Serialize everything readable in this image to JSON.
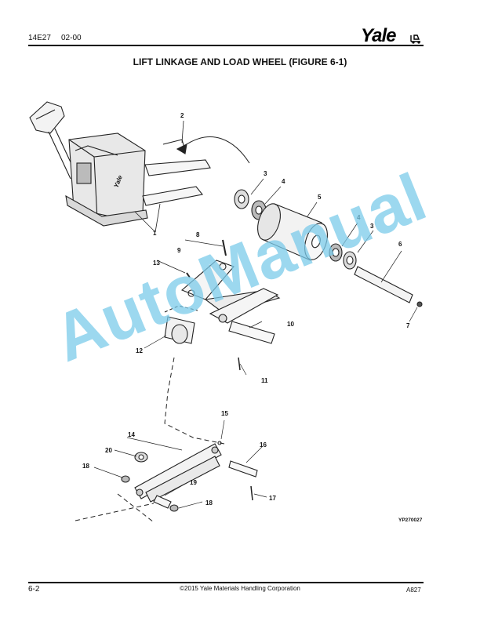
{
  "header": {
    "doc_code": "14E27",
    "revision": "02-00",
    "brand": "Yale"
  },
  "title": "LIFT LINKAGE AND LOAD WHEEL (FIGURE 6-1)",
  "diagram": {
    "truck_brand": "Yale",
    "figure_code": "YP270027",
    "callouts": [
      "1",
      "2",
      "3",
      "4",
      "5",
      "4",
      "3",
      "6",
      "7",
      "8",
      "9",
      "13",
      "10",
      "12",
      "11",
      "15",
      "14",
      "16",
      "20",
      "18",
      "19",
      "18",
      "17"
    ]
  },
  "watermark": "AutoManual",
  "footer": {
    "page": "6-2",
    "copyright": "©2015 Yale Materials Handling Corporation",
    "code": "A827"
  }
}
